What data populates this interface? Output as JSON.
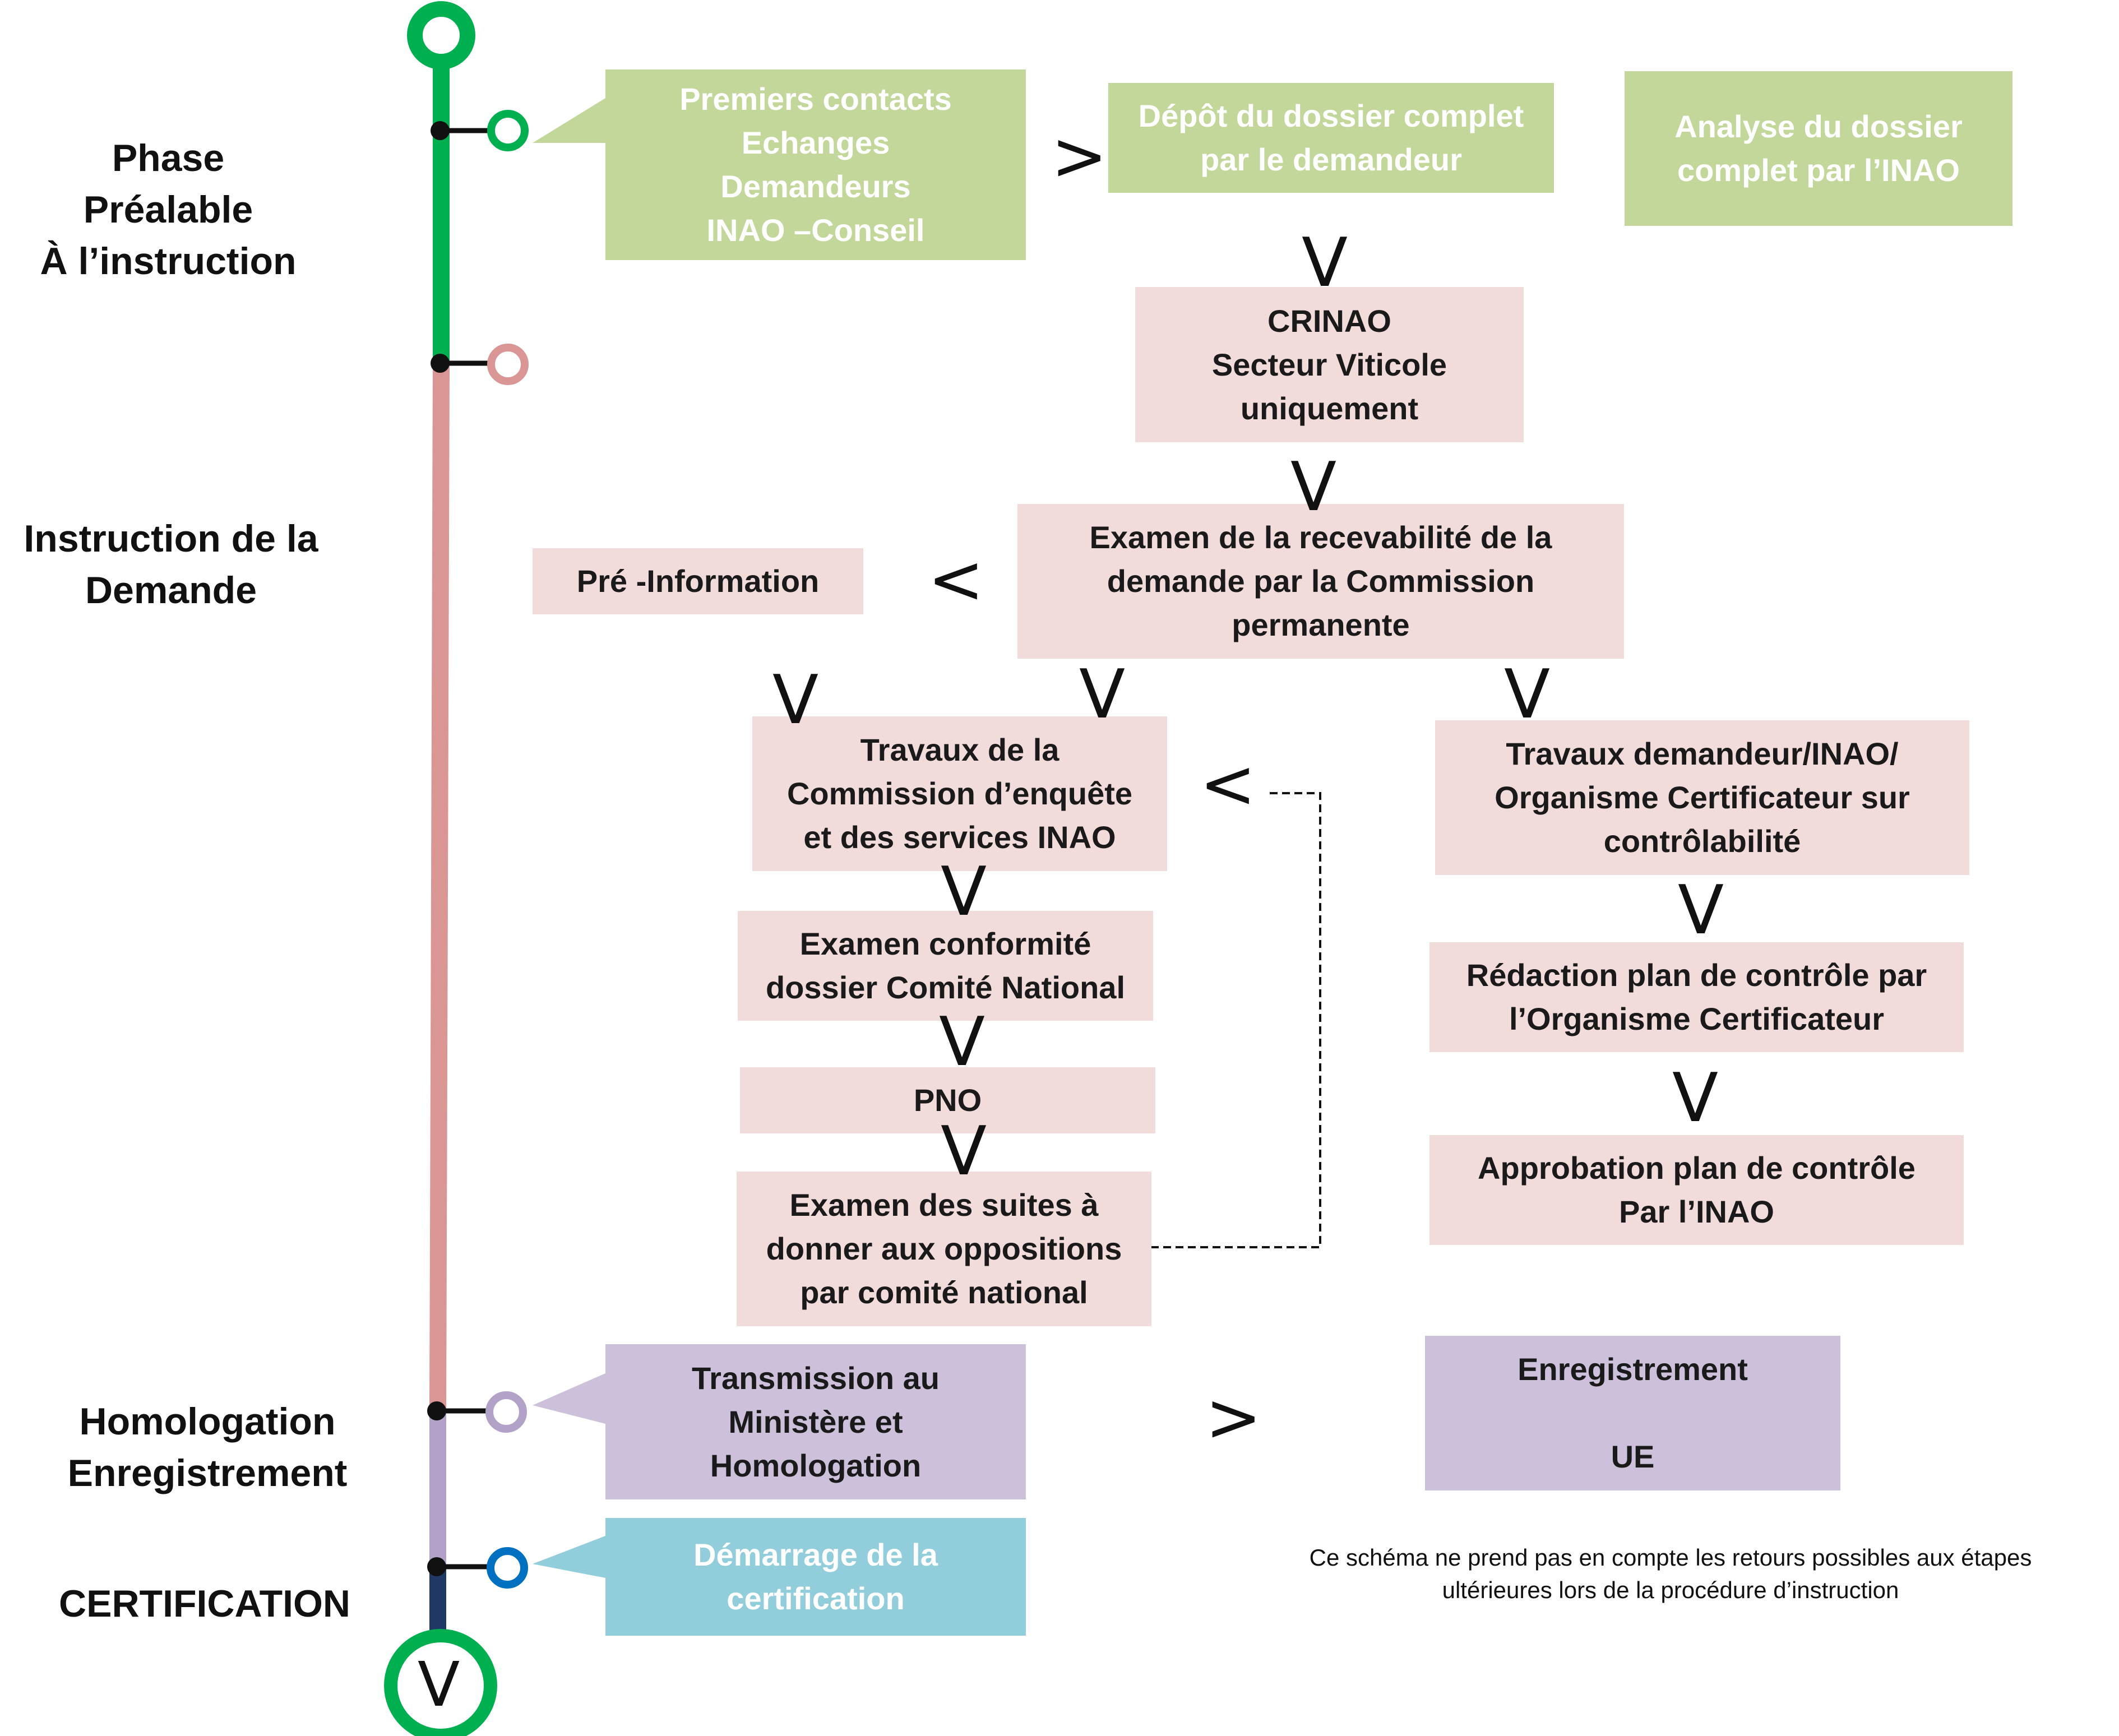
{
  "phases": {
    "prealable": "Phase\nPréalable\nÀ l’instruction",
    "instruction": "Instruction de la\nDemande",
    "homologation": "Homologation\nEnregistrement",
    "certification": "CERTIFICATION"
  },
  "boxes": {
    "premiers_contacts": "Premiers contacts\nEchanges\nDemandeurs\nINAO –Conseil",
    "depot_dossier": "Dépôt du dossier complet\npar le demandeur",
    "analyse_dossier": "Analyse du dossier\ncomplet par l’INAO",
    "crinao": "CRINAO\nSecteur Viticole\nuniquement",
    "examen_recevabilite": "Examen de la recevabilité de la\ndemande par la Commission\npermanente",
    "pre_information": "Pré -Information",
    "travaux_commission": "Travaux de la\nCommission d’enquête\net des services INAO",
    "travaux_demandeur": "Travaux demandeur/INAO/\nOrganisme Certificateur sur\ncontrôlabilité",
    "examen_conformite": "Examen conformité\ndossier Comité National",
    "redaction_plan": "Rédaction plan de contrôle par\nl’Organisme Certificateur",
    "pno": "PNO",
    "approbation_plan": "Approbation plan de contrôle\nPar l’INAO",
    "examen_suites": "Examen des suites à\ndonner aux oppositions\npar comité national",
    "transmission": "Transmission au\nMinistère  et\nHomologation",
    "enregistrement": "Enregistrement\n\nUE",
    "demarrage": "Démarrage de la\ncertification"
  },
  "arrows": {
    "right": ">",
    "left": "<",
    "down": "V"
  },
  "note": "Ce schéma ne prend pas  en compte les retours  possibles aux étapes\nultérieures lors de la procédure d’instruction",
  "colors": {
    "green_line": "#00b050",
    "pink_line": "#d99694",
    "purple_line": "#b3a2c7",
    "navy_line": "#1f3864",
    "blue_circle": "#0070c0",
    "green_box": "#c4d79b",
    "pink_box": "#f2dcdb",
    "purple_box": "#ccc0da",
    "cyan_box": "#92cddc"
  }
}
